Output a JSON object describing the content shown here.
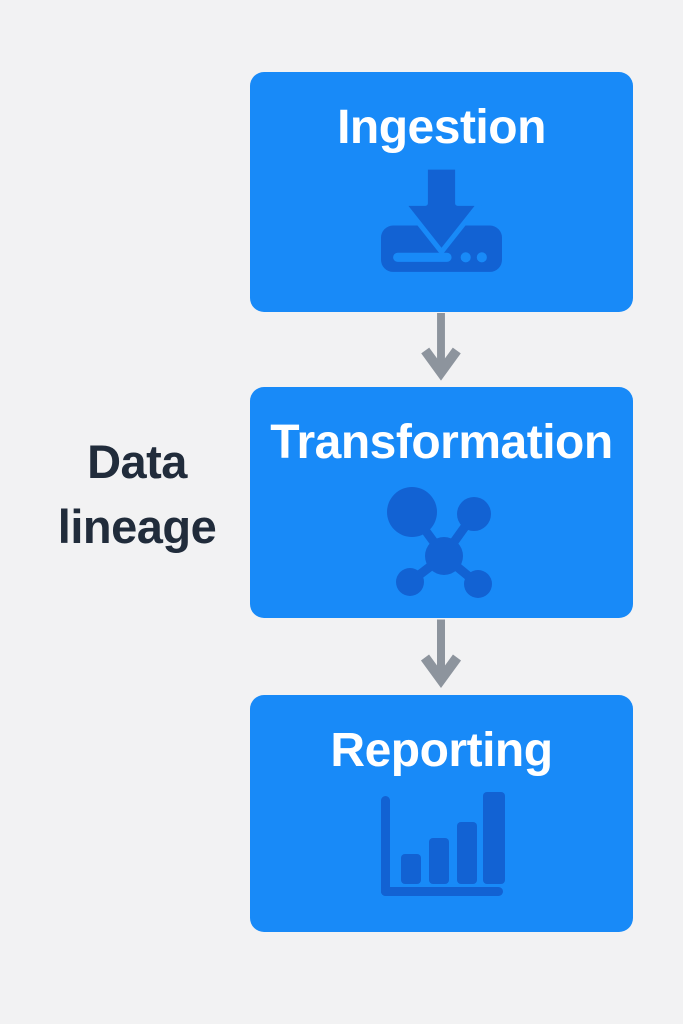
{
  "page": {
    "title": "Data lineage diagram"
  },
  "colors": {
    "bg": "#f2f2f3",
    "box-blue": "#188af8",
    "icon-blue": "#1262d3",
    "arrow-gray": "#8d949d",
    "label-navy": "#212c3b",
    "title-white": "#ffffff"
  },
  "side_label": {
    "text": "Data lineage"
  },
  "flow": {
    "boxes": [
      {
        "label": "Ingestion",
        "icon": "download-tray-icon"
      },
      {
        "label": "Transformation",
        "icon": "network-nodes-icon"
      },
      {
        "label": "Reporting",
        "icon": "bar-chart-icon"
      }
    ],
    "arrows": [
      {
        "direction": "down",
        "from": "Ingestion",
        "to": "Transformation"
      },
      {
        "direction": "down",
        "from": "Transformation",
        "to": "Reporting"
      }
    ]
  }
}
